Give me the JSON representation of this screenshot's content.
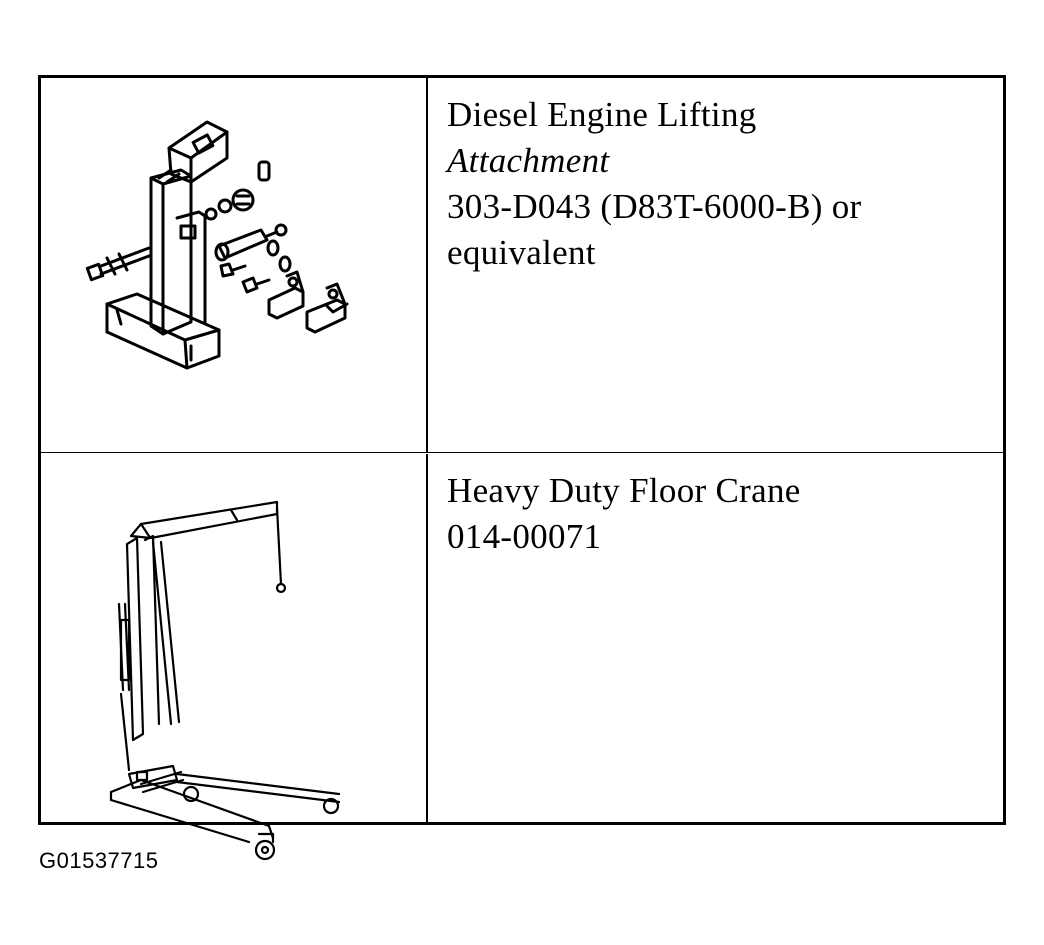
{
  "tools": [
    {
      "name_line1": "Diesel Engine Lifting",
      "name_line2": "Attachment",
      "number": "303-D043 (D83T-6000-B) or equivalent",
      "illustration": "lifting-attachment-icon"
    },
    {
      "name_line1": "Heavy Duty Floor Crane",
      "number": "014-00071",
      "illustration": "floor-crane-icon"
    }
  ],
  "figure_id": "G01537715"
}
